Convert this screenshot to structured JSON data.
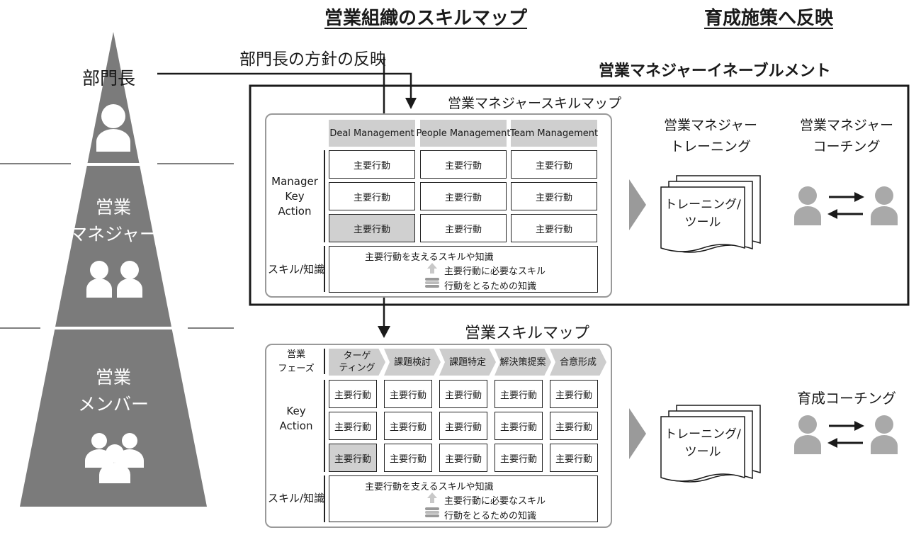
{
  "headers": {
    "skill_map": "営業組織のスキルマップ",
    "reflect": "育成施策へ反映"
  },
  "pyramid": {
    "dept_head": "部門長",
    "manager": [
      "営業",
      "マネジャー"
    ],
    "member": [
      "営業",
      "メンバー"
    ]
  },
  "policy_label": "部門長の方針の反映",
  "enablement_title": "営業マネジャーイネーブルメント",
  "manager_map": {
    "title": "営業マネジャースキルマップ",
    "categories": [
      "Deal Management",
      "People Management",
      "Team Management"
    ],
    "side_label": [
      "Manager",
      "Key",
      "Action"
    ],
    "cells": [
      [
        "主要行動",
        "主要行動",
        "主要行動"
      ],
      [
        "主要行動",
        "主要行動",
        "主要行動"
      ],
      [
        "主要行動",
        "主要行動",
        "主要行動"
      ]
    ],
    "skill_label": "スキル/知識",
    "skill_lines": [
      "主要行動を支えるスキルや知識",
      "主要行動に必要なスキル",
      "行動をとるための知識"
    ]
  },
  "manager_training": {
    "title": [
      "営業マネジャー",
      "トレーニング"
    ],
    "doc": [
      "トレーニング/",
      "ツール"
    ]
  },
  "manager_coaching": {
    "title": [
      "営業マネジャー",
      "コーチング"
    ]
  },
  "sales_map": {
    "title": "営業スキルマップ",
    "phase_label": [
      "営業",
      "フェーズ"
    ],
    "phases": [
      [
        "ターゲ",
        "ティング"
      ],
      [
        "課題検討"
      ],
      [
        "課題特定"
      ],
      [
        "解決策提案"
      ],
      [
        "合意形成"
      ]
    ],
    "side_label": [
      "Key",
      "Action"
    ],
    "cells": [
      [
        "主要行動",
        "主要行動",
        "主要行動",
        "主要行動",
        "主要行動"
      ],
      [
        "主要行動",
        "主要行動",
        "主要行動",
        "主要行動",
        "主要行動"
      ],
      [
        "主要行動",
        "主要行動",
        "主要行動",
        "主要行動",
        "主要行動"
      ]
    ],
    "skill_label": "スキル/知識",
    "skill_lines": [
      "主要行動を支えるスキルや知識",
      "主要行動に必要なスキル",
      "行動をとるための知識"
    ]
  },
  "sales_training": {
    "doc": [
      "トレーニング/",
      "ツール"
    ]
  },
  "sales_coaching": {
    "title": "育成コーチング"
  }
}
